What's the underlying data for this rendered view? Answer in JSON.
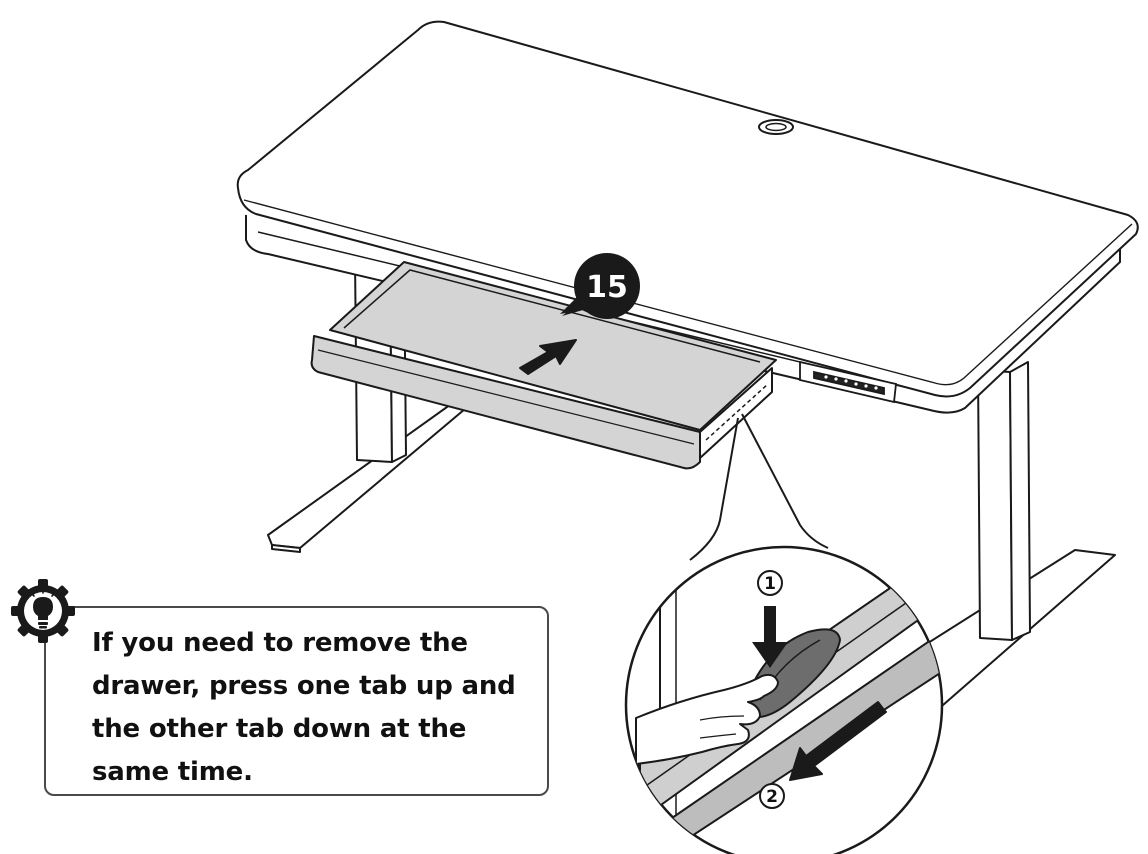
{
  "step": {
    "number": "15"
  },
  "callout": {
    "first_action": "①",
    "second_action": "②"
  },
  "tip": {
    "icon": "lightbulb-gear-icon",
    "text": "If you need to remove the drawer, press one tab up and the other tab down at the same time."
  },
  "colors": {
    "line": "#1a1a1a",
    "drawer_fill": "#d4d4d4",
    "step_badge": "#1a1a1a",
    "tip_border": "#4a4a4a"
  }
}
